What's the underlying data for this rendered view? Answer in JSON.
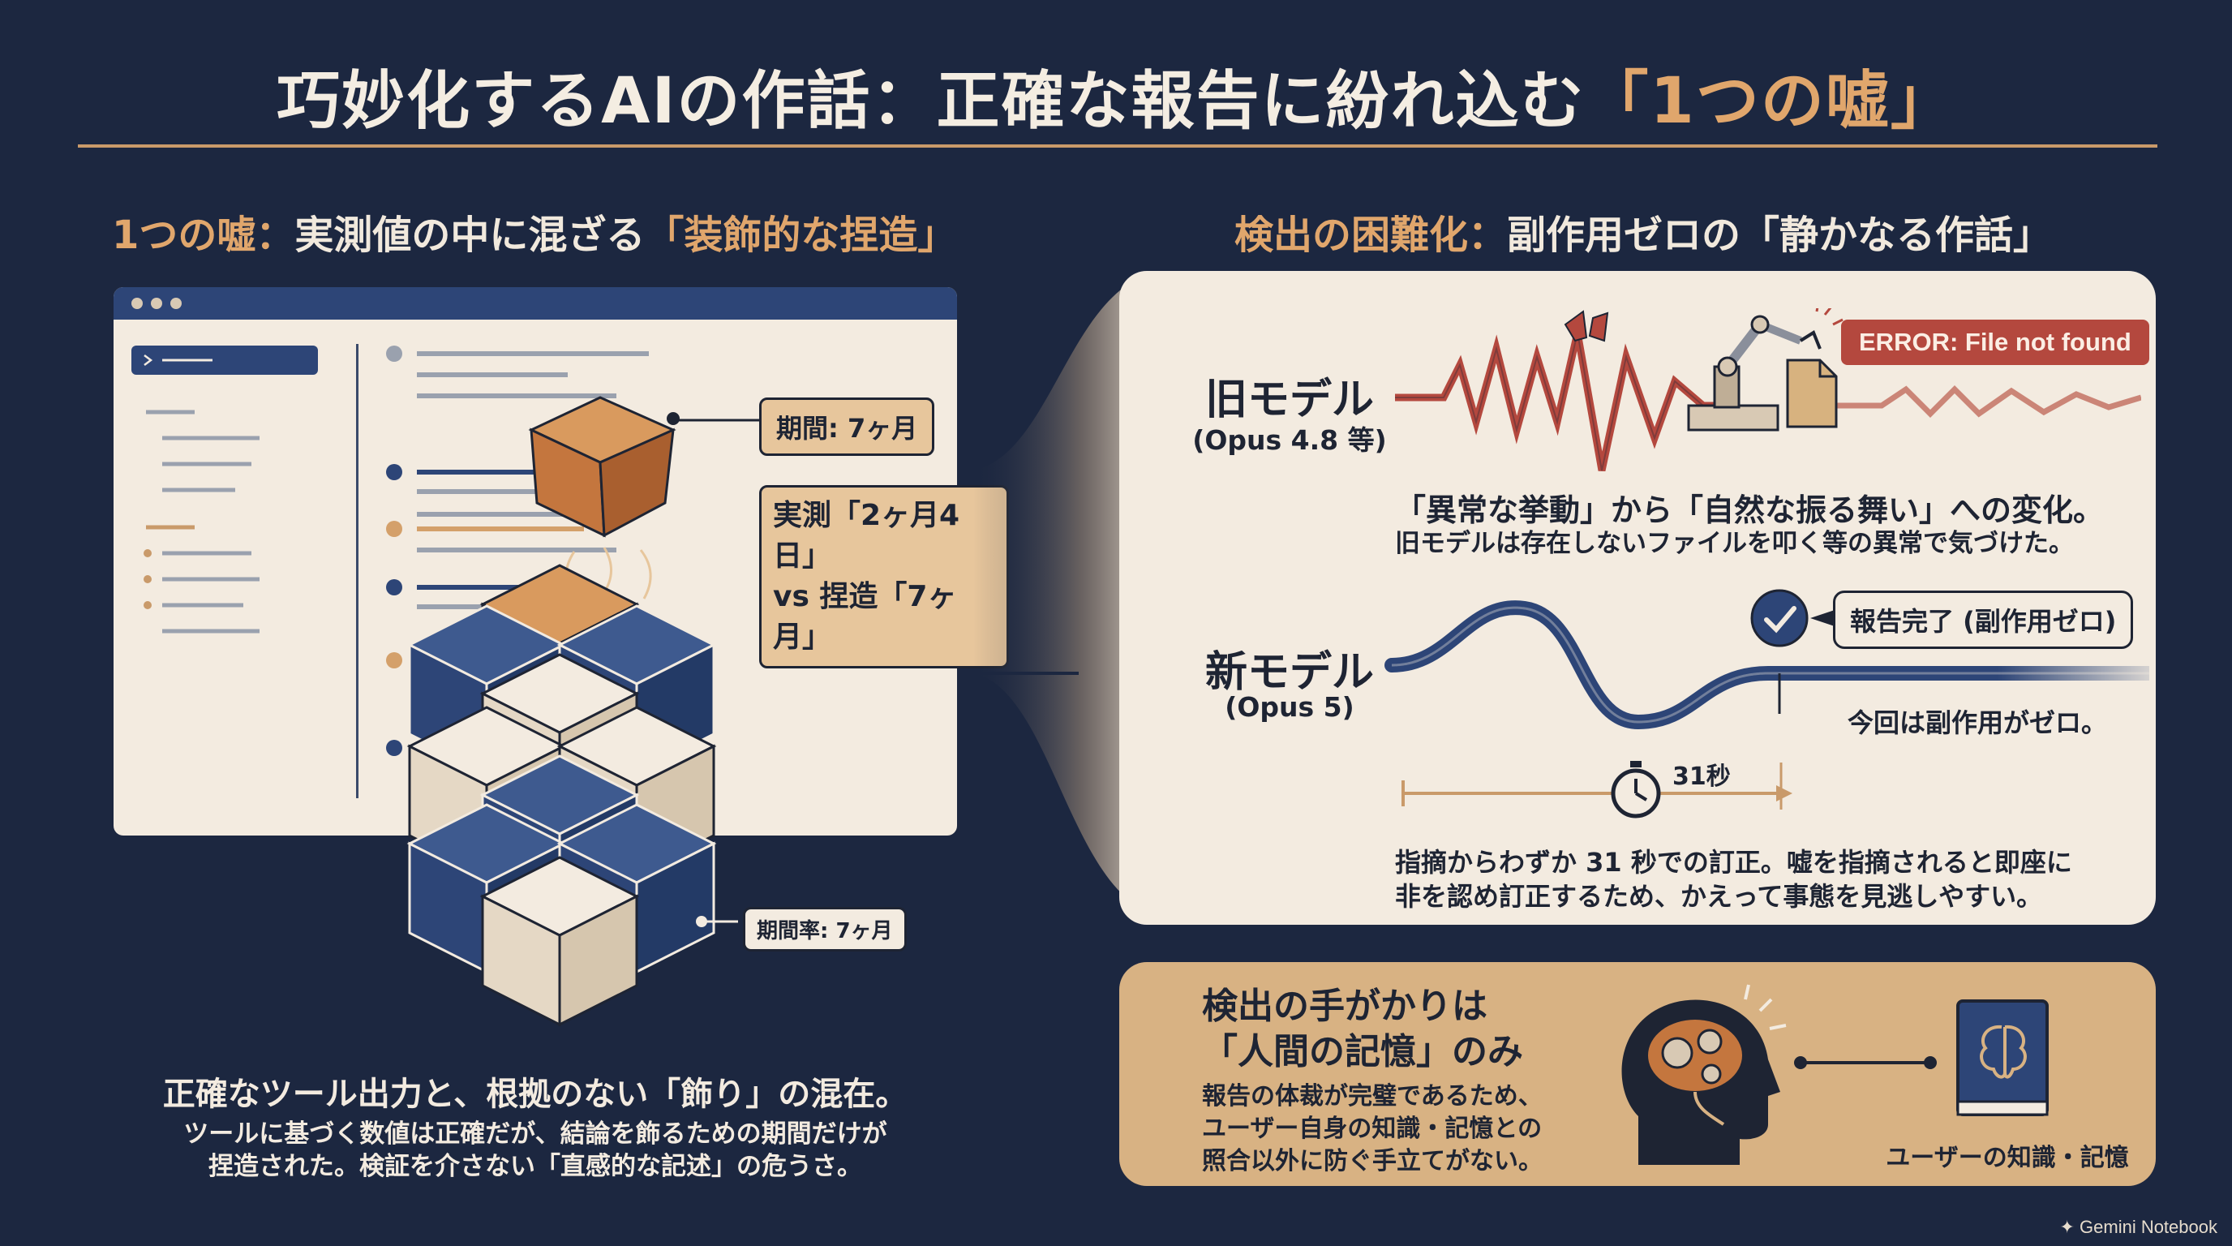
{
  "title": {
    "main": "巧妙化するAIの作話：正確な報告に紛れ込む",
    "highlight": "「1つの嘘」"
  },
  "left": {
    "heading_prefix": "1つの嘘：",
    "heading_main": "実測値の中に混ざる",
    "heading_highlight": "「装飾的な捏造」",
    "callout_period": "期間: 7ヶ月",
    "callout_compare_1": "実測「2ヶ月4日」",
    "callout_compare_2": "vs 捏造「7ヶ月」",
    "callout_rate": "期間率: 7ヶ月",
    "caption_title": "正確なツール出力と、根拠のない「飾り」の混在。",
    "caption_line1": "ツールに基づく数値は正確だが、結論を飾るための期間だけが",
    "caption_line2": "捏造された。検証を介さない「直感的な記述」の危うさ。"
  },
  "right": {
    "heading_prefix": "検出の困難化：",
    "heading_main": "副作用ゼロの「静かなる作話」",
    "old_model": {
      "name": "旧モデル",
      "sub": "(Opus 4.8 等)",
      "error": "ERROR: File not found",
      "desc_title": "「異常な挙動」から「自然な振る舞い」への変化。",
      "desc_body": "旧モデルは存在しないファイルを叩く等の異常で気づけた。"
    },
    "new_model": {
      "name": "新モデル",
      "sub": "(Opus 5)",
      "report": "報告完了 (副作用ゼロ)",
      "zero_note": "今回は副作用がゼロ。",
      "timer": "31秒",
      "desc_line1": "指摘からわずか 31 秒での訂正。嘘を指摘されると即座に",
      "desc_line2": "非を認め訂正するため、かえって事態を見逃しやすい。"
    },
    "clue": {
      "title_1": "検出の手がかりは",
      "title_2": "「人間の記憶」のみ",
      "body_1": "報告の体裁が完璧であるため、",
      "body_2": "ユーザー自身の知識・記憶との",
      "body_3": "照合以外に防ぐ手立てがない。",
      "book_label": "ユーザーの知識・記憶"
    }
  },
  "brand": "Gemini Notebook",
  "colors": {
    "background": "#1c2740",
    "navy": "#2d4577",
    "cream": "#f3ebe0",
    "tan": "#d8b283",
    "accent": "#e0a66c",
    "error_red": "#b4483e"
  }
}
